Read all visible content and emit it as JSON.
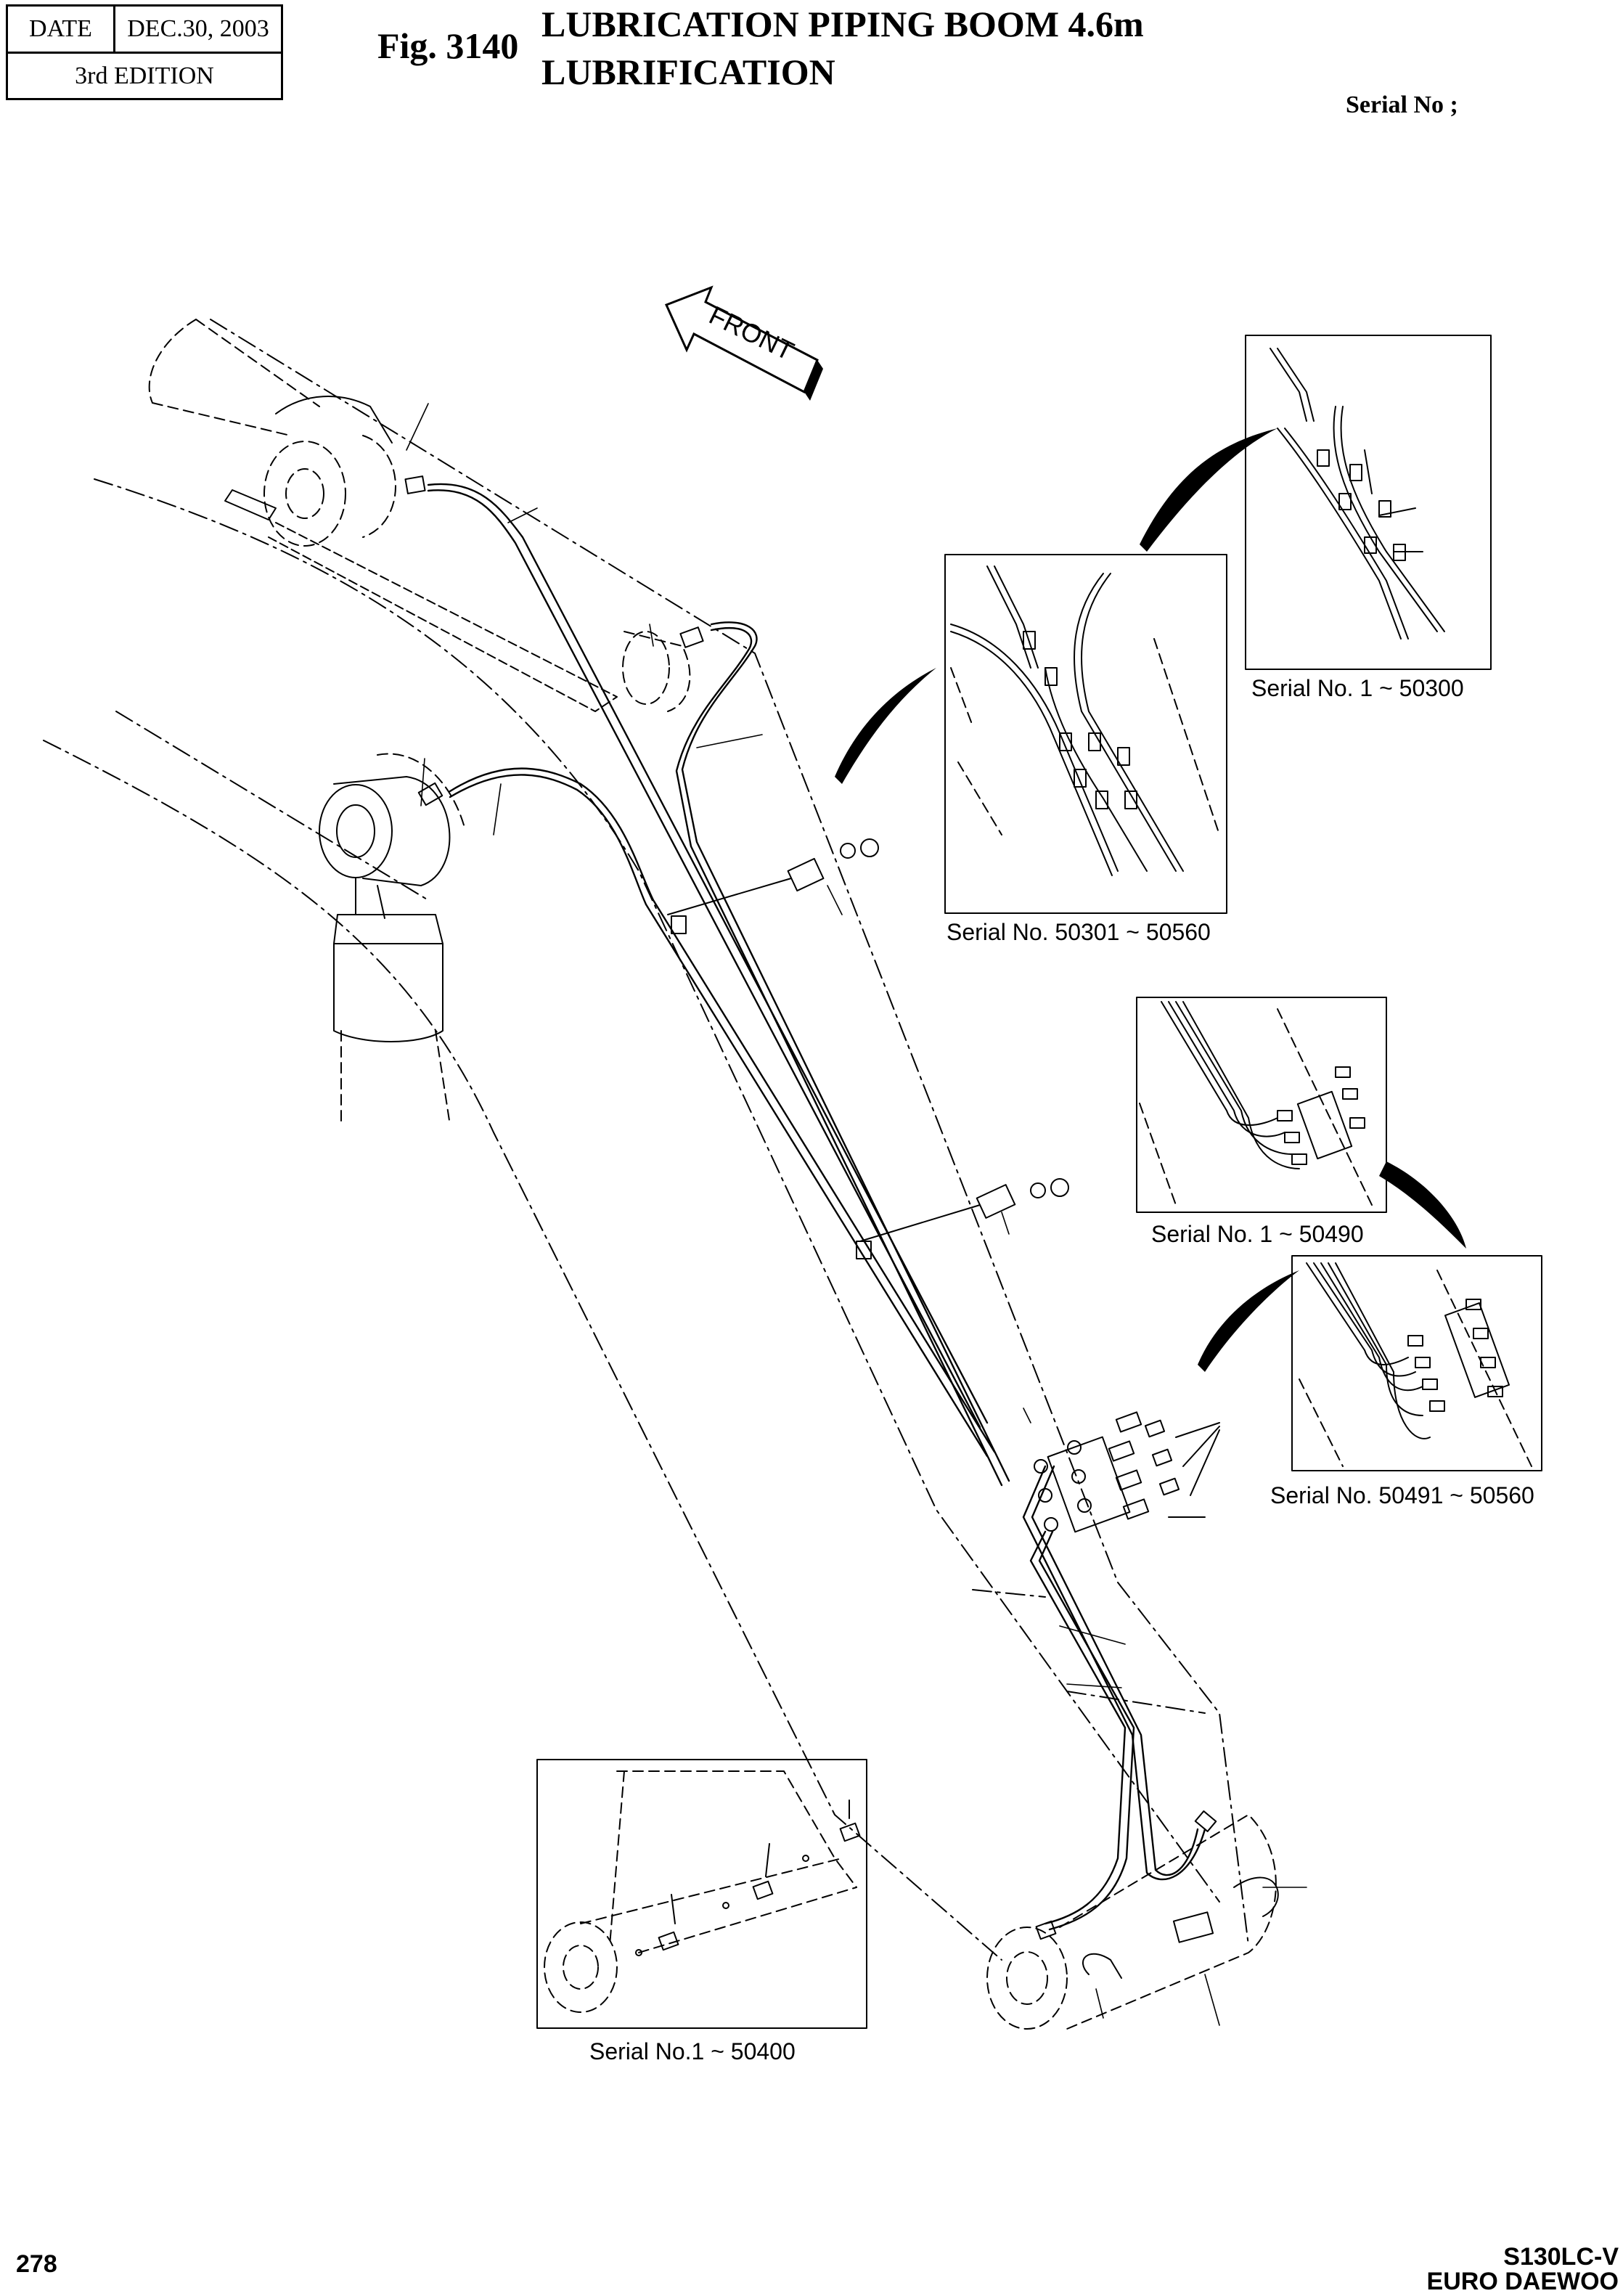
{
  "header": {
    "date_label": "DATE",
    "date_value": "DEC.30, 2003",
    "edition": "3rd  EDITION",
    "fig_number": "Fig. 3140",
    "title_line1": "LUBRICATION PIPING BOOM 4.6m",
    "title_line2": "LUBRIFICATION",
    "serial_label": "Serial No ;"
  },
  "diagram": {
    "front_arrow_label": "FRONT",
    "insets": [
      {
        "caption": "Serial No. 1 ~ 50300"
      },
      {
        "caption": "Serial No. 50301 ~ 50560"
      },
      {
        "caption": "Serial No. 1 ~ 50490"
      },
      {
        "caption": "Serial No. 50491 ~ 50560"
      },
      {
        "caption": "Serial No.1 ~ 50400"
      }
    ]
  },
  "footer": {
    "page_number": "278",
    "model": "S130LC-V",
    "maker": "EURO DAEWOO"
  }
}
